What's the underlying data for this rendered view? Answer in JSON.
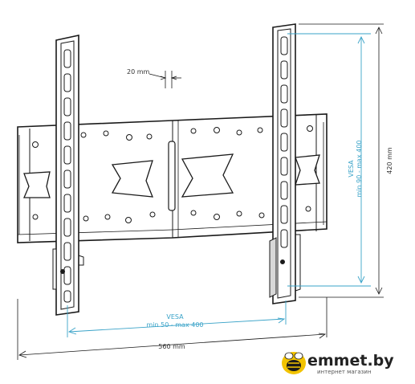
{
  "dimensions": {
    "gap": "20 mm",
    "total_width": "560 mm",
    "total_height": "420 mm"
  },
  "vesa": {
    "horizontal_title": "VESA",
    "horizontal_range": "min 50 - max 400",
    "vertical_title": "VESA",
    "vertical_range": "min 90 - max 400"
  },
  "logo": {
    "name": "emmet.by",
    "tagline": "интернет магазин"
  },
  "colors": {
    "outline": "#1a1a1a",
    "vesa_accent": "#3aa3c8",
    "logo_accent": "#f2c300"
  }
}
